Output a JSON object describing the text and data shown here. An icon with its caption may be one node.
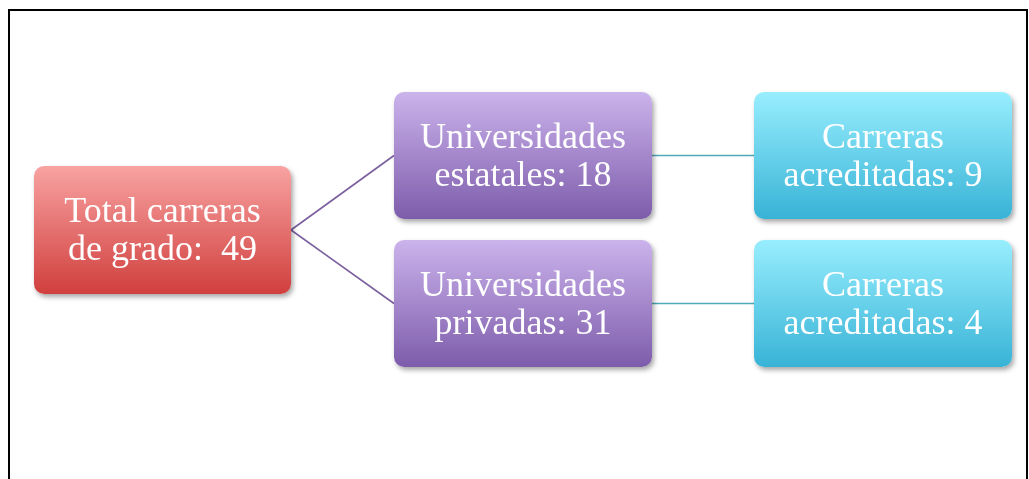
{
  "diagram": {
    "nodes": [
      {
        "text": [
          "Total carreras de grado:  49"
        ]
      },
      {
        "text": [
          "Universidades estatales: 18"
        ]
      },
      {
        "text": [
          "Universidades privadas: 31"
        ]
      },
      {
        "text": [
          "Carreras acreditadas: 9"
        ]
      },
      {
        "text": [
          "Carreras acreditadas: 4"
        ]
      }
    ],
    "edges": [
      {
        "from": 0,
        "to": 1,
        "arrow": "none",
        "color": "#7b5f9f"
      },
      {
        "from": 0,
        "to": 2,
        "arrow": "none",
        "color": "#7b5f9f"
      },
      {
        "from": 1,
        "to": 3,
        "arrow": "none",
        "color": "#4fa9bb"
      },
      {
        "from": 2,
        "to": 4,
        "arrow": "none",
        "color": "#4fa9bb"
      }
    ]
  }
}
